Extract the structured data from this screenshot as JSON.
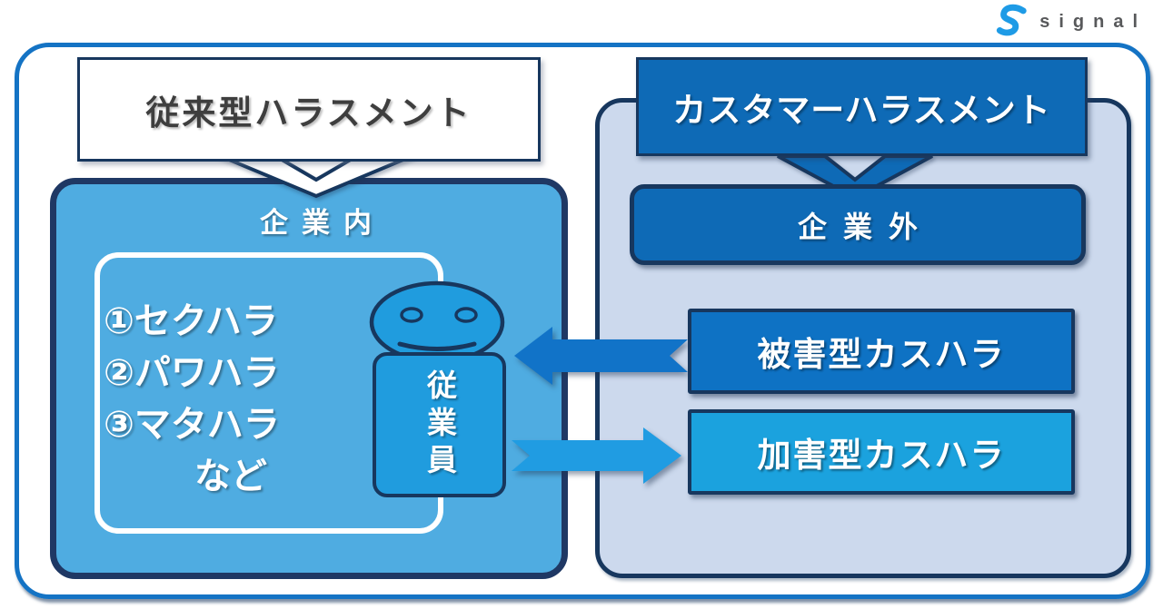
{
  "logo": {
    "icon": "signal-s-icon",
    "text": "signal"
  },
  "left_panel": {
    "title": "従来型ハラスメント",
    "zone_label": "企業内",
    "items": [
      "①セクハラ",
      "②パワハラ",
      "③マタハラ",
      "など"
    ],
    "person_label": "従業員"
  },
  "right_panel": {
    "title": "カスタマーハラスメント",
    "zone_label": "企業外",
    "boxes": [
      {
        "label": "被害型カスハラ"
      },
      {
        "label": "加害型カスハラ"
      }
    ]
  },
  "arrows": [
    {
      "name": "victim-arrow",
      "direction": "right-to-left",
      "from": "被害型カスハラ",
      "to": "従業員"
    },
    {
      "name": "perpetrator-arrow",
      "direction": "left-to-right",
      "from": "従業員",
      "to": "加害型カスハラ"
    }
  ],
  "colors": {
    "frame_border": "#1473C4",
    "navy": "#17375E",
    "left_box_fill": "#4FACE1",
    "employee_fill": "#209CDE",
    "right_container_fill": "#CCD9ED",
    "primary_blue": "#0E6AB6",
    "victim_box_fill": "#0E72C4",
    "perpetrator_box_fill": "#1BA2DE",
    "victim_arrow": "#1173C8",
    "perpetrator_arrow": "#209CE2",
    "logo_blue": "#1E9BE6",
    "title_text": "#3E3E3E",
    "white_chevron": "#FFFFFF"
  }
}
